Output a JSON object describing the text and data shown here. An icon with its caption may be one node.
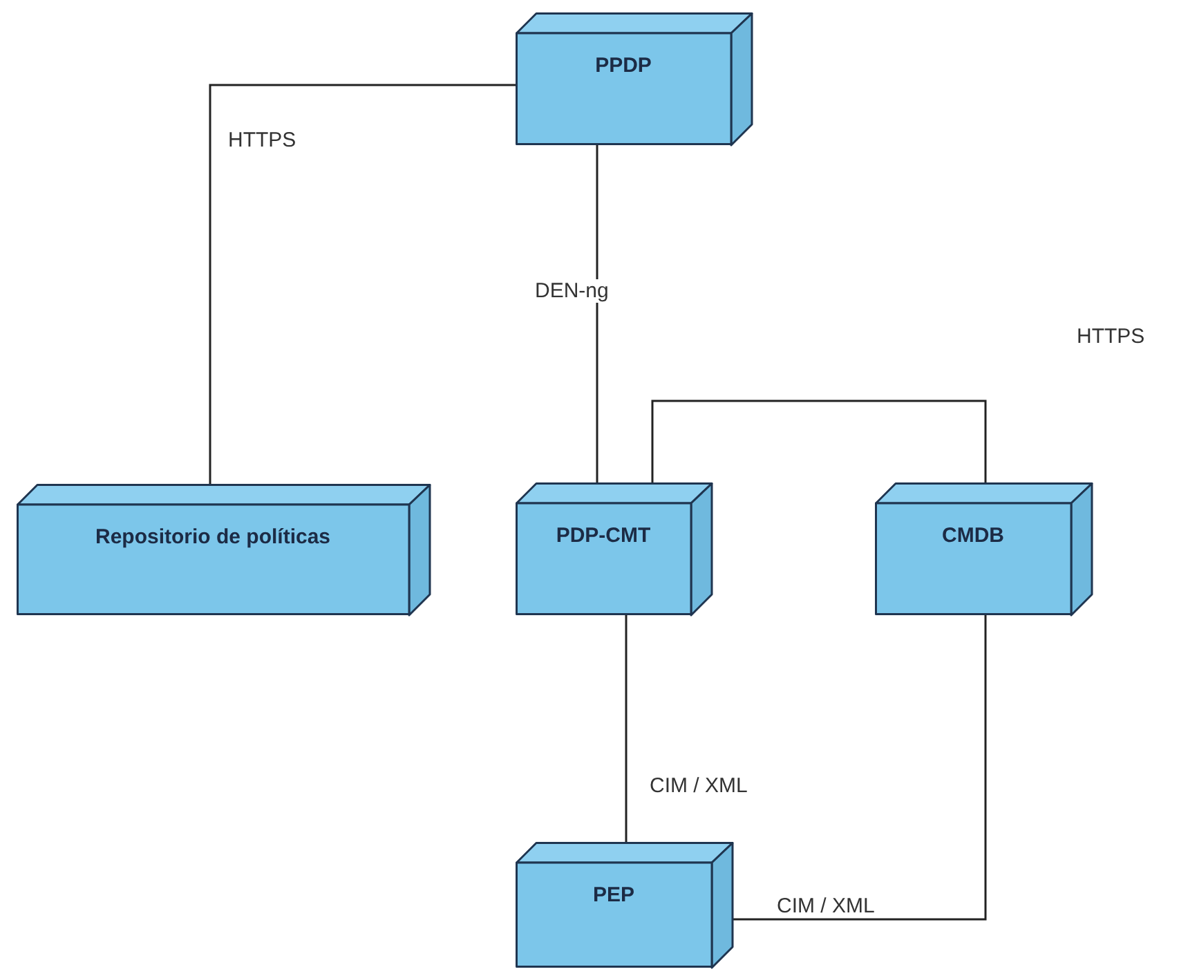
{
  "diagram": {
    "nodes": [
      {
        "text": [
          "PPDP"
        ]
      },
      {
        "text": [
          "Repositorio de políticas"
        ]
      },
      {
        "text": [
          "PDP-CMT"
        ]
      },
      {
        "text": [
          "CMDB"
        ]
      },
      {
        "text": [
          "PEP"
        ]
      }
    ],
    "edges": [
      {
        "from": 0,
        "to": 1,
        "arrow": "none",
        "label": "HTTPS"
      },
      {
        "from": 0,
        "to": 2,
        "arrow": "none",
        "label": "DEN-ng"
      },
      {
        "from": 2,
        "to": 3,
        "arrow": "none"
      },
      {
        "from": 2,
        "to": 4,
        "arrow": "none",
        "label": "CIM / XML"
      },
      {
        "from": 4,
        "to": 3,
        "arrow": "none",
        "label": "CIM / XML"
      }
    ],
    "labels": [
      "HTTPS"
    ]
  }
}
